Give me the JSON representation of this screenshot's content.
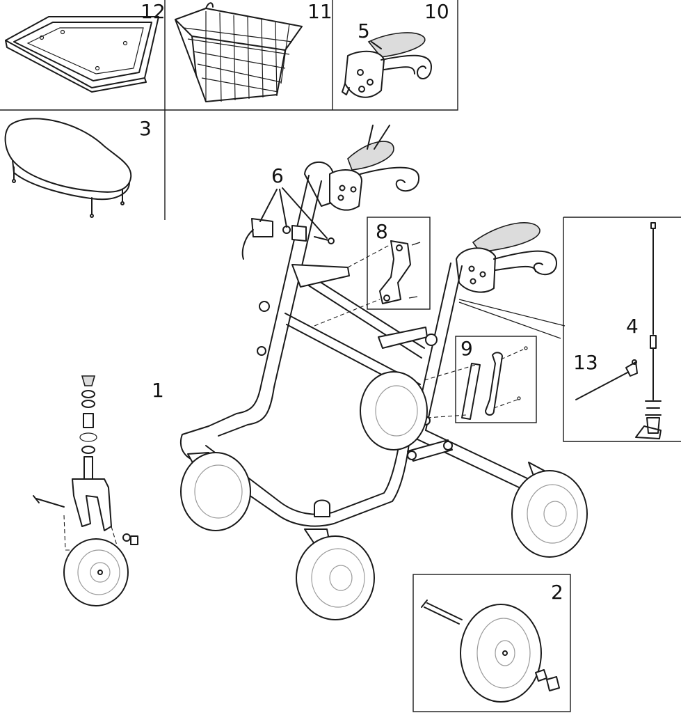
{
  "callouts": {
    "c1": "1",
    "c2": "2",
    "c3": "3",
    "c4": "4",
    "c5": "5",
    "c6": "6",
    "c8": "8",
    "c9": "9",
    "c10": "10",
    "c11": "11",
    "c12": "12",
    "c13": "13"
  },
  "colors": {
    "line": "#1a1a1a",
    "fill": "#ffffff",
    "shade": "#dcdcdc"
  }
}
